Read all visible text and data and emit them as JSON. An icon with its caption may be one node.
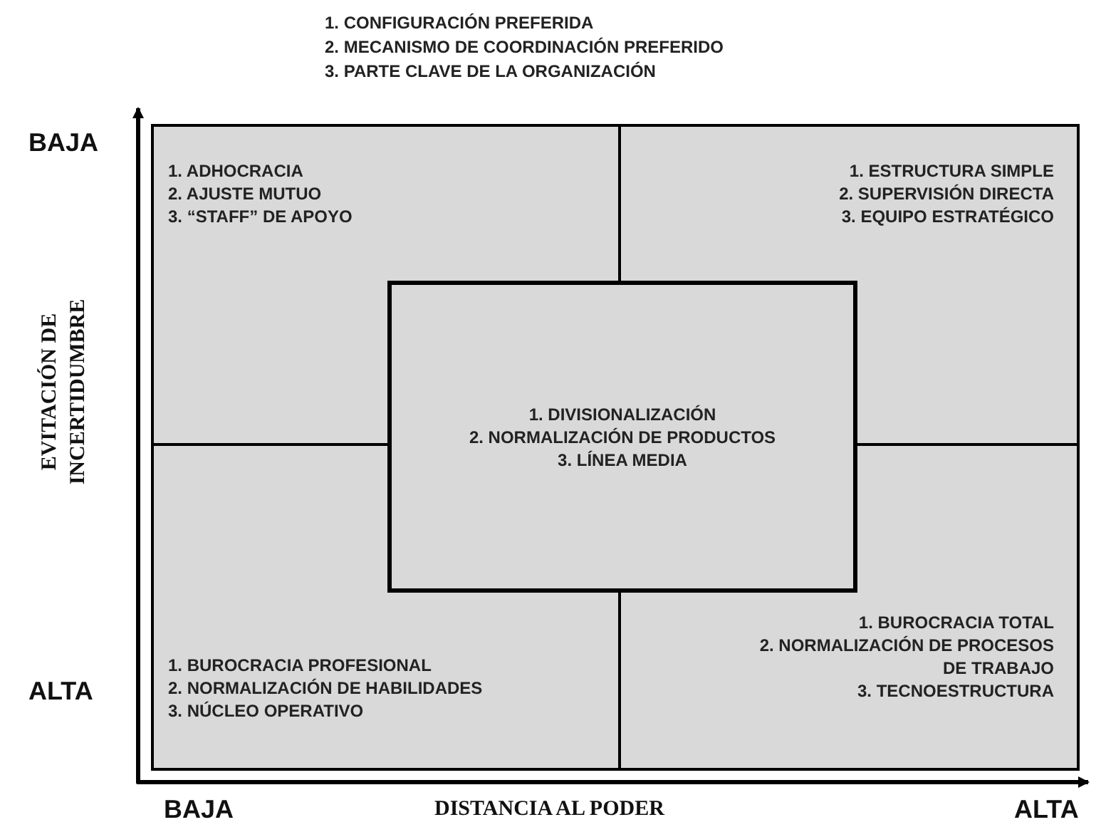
{
  "diagram": {
    "nodes": [
      {
        "text": [
          "1. ADHOCRACIA",
          "2. AJUSTE MUTUO",
          "3. “STAFF” DE APOYO"
        ]
      },
      {
        "text": [
          "1. ESTRUCTURA SIMPLE",
          "2. SUPERVISIÓN DIRECTA",
          "3. EQUIPO ESTRATÉGICO"
        ]
      },
      {
        "text": [
          "1. DIVISIONALIZACIÓN",
          "2. NORMALIZACIÓN DE PRODUCTOS",
          "3. LÍNEA MEDIA"
        ]
      },
      {
        "text": [
          "1. BUROCRACIA PROFESIONAL",
          "2. NORMALIZACIÓN DE HABILIDADES",
          "3. NÚCLEO OPERATIVO"
        ]
      },
      {
        "text": [
          "1. BUROCRACIA TOTAL",
          "2. NORMALIZACIÓN DE PROCESOS DE TRABAJO",
          "3. TECNOESTRUCTURA"
        ]
      }
    ],
    "labels": [
      "1. CONFIGURACIÓN PREFERIDA",
      "2. MECANISMO DE COORDINACIÓN PREFERIDO",
      "3. PARTE CLAVE DE LA ORGANIZACIÓN",
      "BAJA",
      "EVITACIÓN DE INCERTIDUMBRE",
      "ALTA",
      "BAJA",
      "DISTANCIA AL PODER",
      "ALTA"
    ]
  }
}
